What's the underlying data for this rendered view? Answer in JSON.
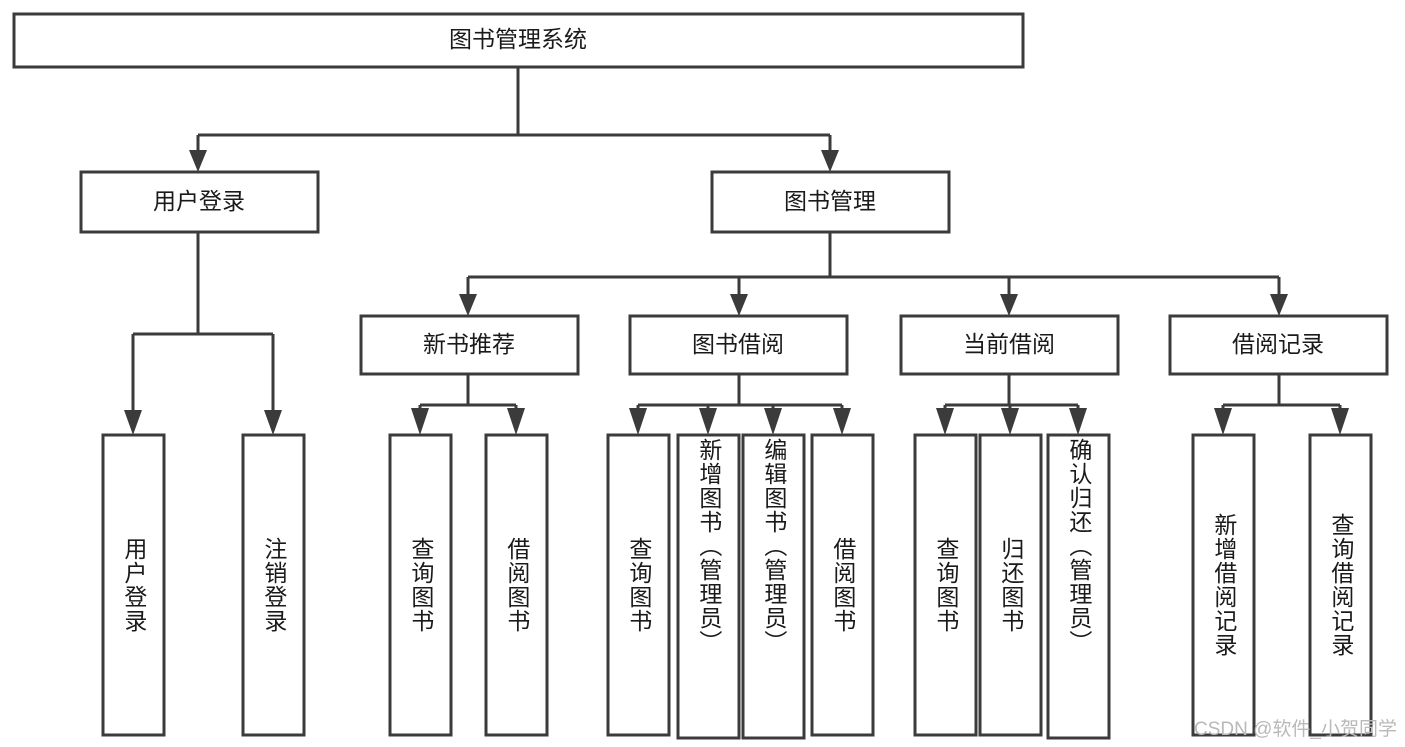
{
  "diagram": {
    "title": "图书管理系统",
    "type": "hierarchy-tree",
    "orientation": "top-down",
    "colors": {
      "stroke": "#3b3b3b",
      "fill": "#ffffff",
      "text": "#1a1a1a",
      "watermark": "#b9b9b9"
    },
    "root": {
      "label": "图书管理系统"
    },
    "level2": [
      {
        "label": "用户登录"
      },
      {
        "label": "图书管理"
      }
    ],
    "level3": [
      {
        "label": "新书推荐"
      },
      {
        "label": "图书借阅"
      },
      {
        "label": "当前借阅"
      },
      {
        "label": "借阅记录"
      }
    ],
    "leaves": {
      "user_login": [
        {
          "label": "用户登录"
        },
        {
          "label": "注销登录"
        }
      ],
      "new_book_recommend": [
        {
          "label": "查询图书"
        },
        {
          "label": "借阅图书"
        }
      ],
      "book_borrow": [
        {
          "label": "查询图书"
        },
        {
          "label": "新增图书（管理员）"
        },
        {
          "label": "编辑图书（管理员）"
        },
        {
          "label": "借阅图书"
        }
      ],
      "current_borrow": [
        {
          "label": "查询图书"
        },
        {
          "label": "归还图书"
        },
        {
          "label": "确认归还（管理员）"
        }
      ],
      "borrow_record": [
        {
          "label": "新增借阅记录"
        },
        {
          "label": "查询借阅记录"
        }
      ]
    }
  },
  "watermark": {
    "text": "CSDN @软件_小贺同学"
  }
}
